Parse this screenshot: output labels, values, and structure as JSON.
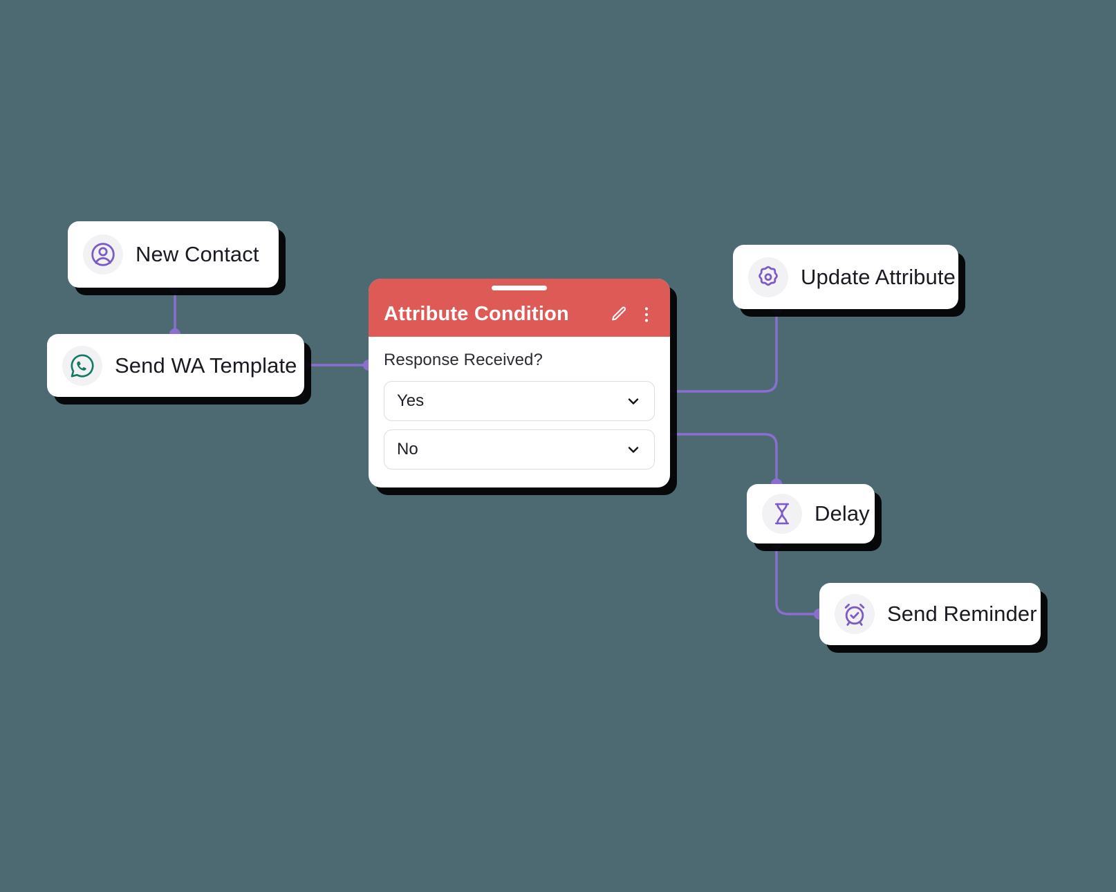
{
  "canvas": {
    "background_color": "#4d6a72",
    "accent_connector_color": "#8b6fd0",
    "node_background_color": "#ffffff",
    "icon_circle_color": "#f2f2f4",
    "icon_purple": "#7d5bc6",
    "whatsapp_green": "#137b63",
    "condition_header_color": "#dd5a57"
  },
  "nodes": {
    "new_contact": {
      "label": "New Contact",
      "icon": "user-circle-icon"
    },
    "send_wa_template": {
      "label": "Send WA Template",
      "icon": "whatsapp-icon"
    },
    "update_attribute": {
      "label": "Update Attribute",
      "icon": "gear-icon"
    },
    "delay": {
      "label": "Delay",
      "icon": "hourglass-icon"
    },
    "send_reminder": {
      "label": "Send Reminder",
      "icon": "alarm-check-icon"
    }
  },
  "condition_card": {
    "title": "Attribute Condition",
    "edit_icon": "pencil-icon",
    "menu_icon": "three-dots-vertical-icon",
    "drag_handle": "drag-handle",
    "question": "Response Received?",
    "branches": [
      {
        "value": "Yes",
        "chevron": "chevron-down-icon"
      },
      {
        "value": "No",
        "chevron": "chevron-down-icon"
      }
    ]
  }
}
